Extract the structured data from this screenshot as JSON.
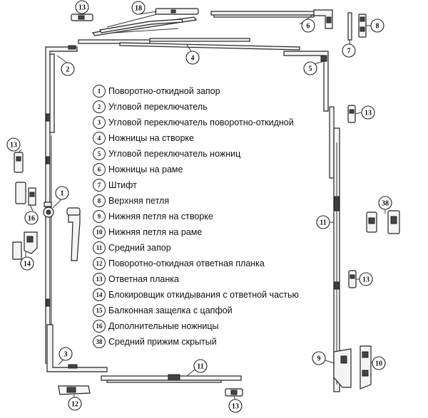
{
  "legend": [
    {
      "num": "1",
      "label": "Поворотно-откидной запор"
    },
    {
      "num": "2",
      "label": "Угловой переключатель"
    },
    {
      "num": "3",
      "label": "Угловой переключатель поворотно-откидной"
    },
    {
      "num": "4",
      "label": "Ножницы на створке"
    },
    {
      "num": "5",
      "label": "Угловой переключатель ножниц"
    },
    {
      "num": "6",
      "label": "Ножницы на раме"
    },
    {
      "num": "7",
      "label": "Штифт"
    },
    {
      "num": "8",
      "label": "Верхняя петля"
    },
    {
      "num": "9",
      "label": "Нижняя петля на створке"
    },
    {
      "num": "10",
      "label": "Нижняя петля на раме"
    },
    {
      "num": "11",
      "label": "Средний запор"
    },
    {
      "num": "12",
      "label": "Поворотно-откидная ответная планка"
    },
    {
      "num": "13",
      "label": "Ответная планка"
    },
    {
      "num": "14",
      "label": "Блокировщик откидывания с ответной частью"
    },
    {
      "num": "15",
      "label": "Балконная защелка с цапфой"
    },
    {
      "num": "16",
      "label": "Дополнительные ножницы"
    },
    {
      "num": "38",
      "label": "Средний прижим скрытый"
    }
  ],
  "callouts": [
    {
      "id": "c13-top",
      "num": "13"
    },
    {
      "id": "c18",
      "num": "18"
    },
    {
      "id": "c6",
      "num": "6"
    },
    {
      "id": "c8",
      "num": "8"
    },
    {
      "id": "c7",
      "num": "7"
    },
    {
      "id": "c2",
      "num": "2"
    },
    {
      "id": "c4",
      "num": "4"
    },
    {
      "id": "c5",
      "num": "5"
    },
    {
      "id": "c13-right",
      "num": "13"
    },
    {
      "id": "c13-left",
      "num": "13"
    },
    {
      "id": "c1",
      "num": "1"
    },
    {
      "id": "c16",
      "num": "16"
    },
    {
      "id": "c14",
      "num": "14"
    },
    {
      "id": "c11-right",
      "num": "11"
    },
    {
      "id": "c38",
      "num": "38"
    },
    {
      "id": "c13-mid",
      "num": "13"
    },
    {
      "id": "c3",
      "num": "3"
    },
    {
      "id": "c11-bottom",
      "num": "11"
    },
    {
      "id": "c9",
      "num": "9"
    },
    {
      "id": "c10",
      "num": "10"
    },
    {
      "id": "c12",
      "num": "12"
    },
    {
      "id": "c13-bottom",
      "num": "13"
    }
  ]
}
